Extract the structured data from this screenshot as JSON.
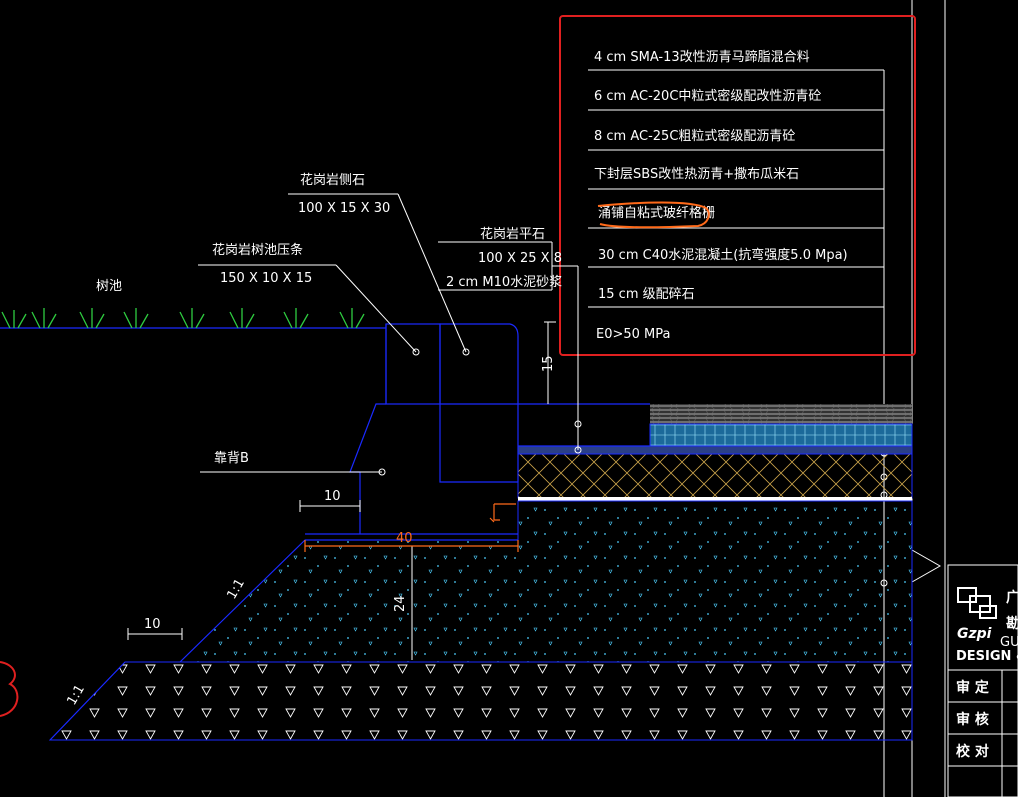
{
  "layers": [
    "4 cm SMA-13改性沥青马蹄脂混合料",
    "6 cm AC-20C中粒式密级配改性沥青砼",
    "8 cm AC-25C粗粒式密级配沥青砼",
    "下封层SBS改性热沥青+撒布瓜米石",
    "涌铺自粘式玻纤格栅",
    "30 cm C40水泥混凝土(抗弯强度5.0 Mpa)",
    "15 cm 级配碎石",
    "E0>50 MPa"
  ],
  "labels": {
    "side_stone_name": "花岗岩侧石",
    "side_stone_size": "100 X 15 X 30",
    "flat_stone_name": "花岗岩平石",
    "flat_stone_size": "100 X 25 X 8",
    "mortar": "2 cm M10水泥砂浆",
    "tree_edge_name": "花岗岩树池压条",
    "tree_edge_size": "150 X 10 X 15",
    "tree_pit": "树池",
    "backfill": "靠背B"
  },
  "dims": {
    "d15": "15",
    "d10_upper": "10",
    "d10_lower": "10",
    "d40": "40",
    "d24": "24",
    "slope_1": "1:1",
    "slope_2": "1:1"
  },
  "title_block": {
    "logo_text": "Gzpi",
    "logo_sub_1": "GUAN",
    "logo_sub_2": "DESIGN & SURV",
    "logo_cn": "广",
    "logo_cn2": "勘",
    "rows": [
      "审 定",
      "审 核",
      "校 对"
    ]
  },
  "colors": {
    "structure": "#1a2aff",
    "leader": "#ffffff",
    "grass": "#2ecc40",
    "highlight": "#e02020",
    "annotation": "#ff6a1a"
  }
}
